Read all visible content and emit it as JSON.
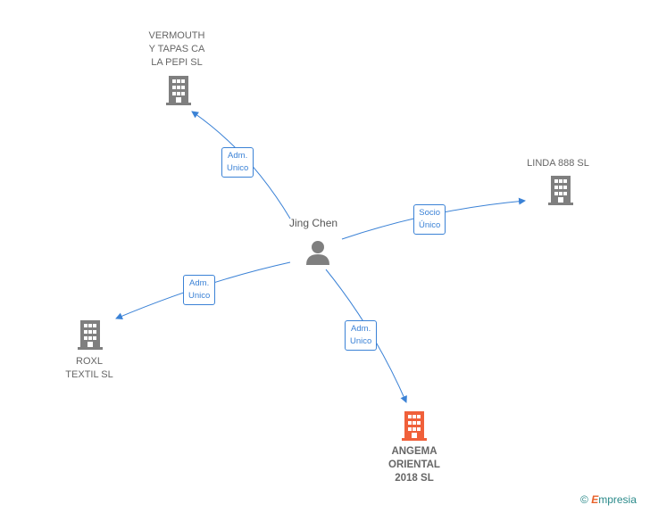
{
  "person": {
    "name": "Jing Chen"
  },
  "companies": {
    "vermouth": "VERMOUTH\nY TAPAS CA\nLA PEPI SL",
    "linda": "LINDA 888  SL",
    "roxl": "ROXL\nTEXTIL  SL",
    "angema": "ANGEMA\nORIENTAL\n2018  SL"
  },
  "edges": {
    "vermouth": "Adm.\nUnico",
    "linda": "Socio\nÚnico",
    "roxl": "Adm.\nUnico",
    "angema": "Adm.\nUnico"
  },
  "colors": {
    "edge": "#3b82d6",
    "building": "#7f7f7f",
    "highlight": "#f0603a"
  },
  "brand": {
    "copyright": "©",
    "name": "mpresia",
    "initial": "E"
  }
}
